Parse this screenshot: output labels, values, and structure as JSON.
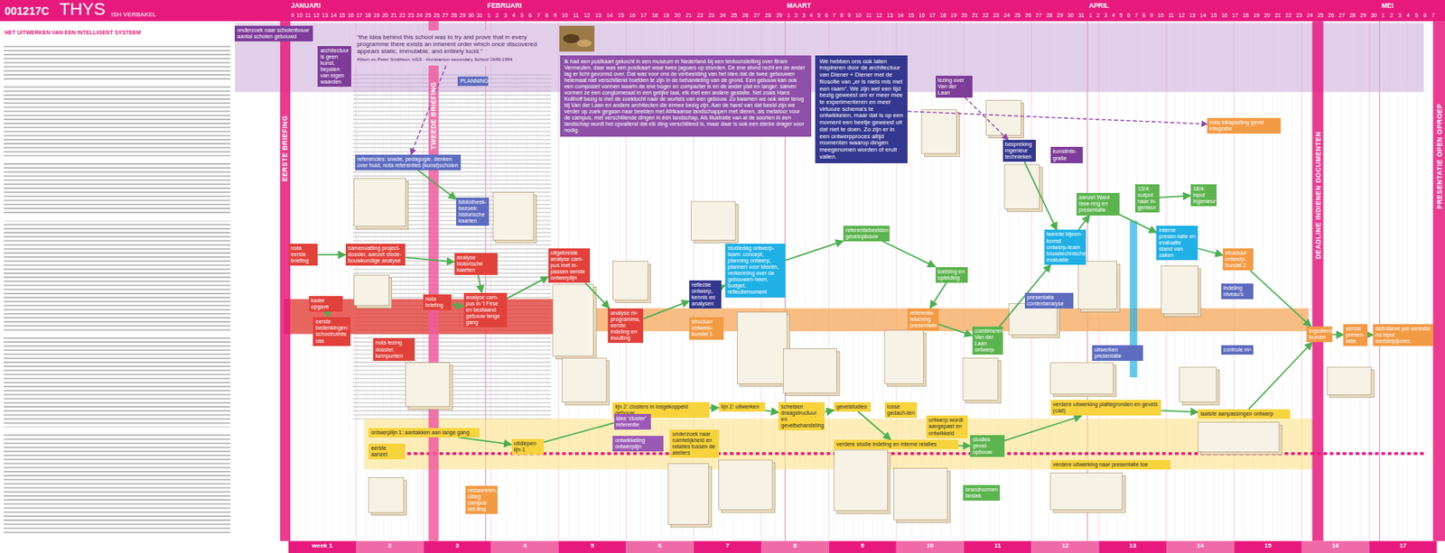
{
  "diagram": {
    "title": "THYS",
    "nodes": [
      {
        "text": [
          "onderzoek naar scholenbouw aantal scholen gebouwd"
        ]
      },
      {
        "text": [
          "architectuur is geen kunst, bepalen van eigen waarden"
        ]
      },
      {
        "text": [
          "“the idea behind this school was to try and prove that in every programme there exists an inherent order which once discovered appears static, immutable, and entirely lucid.”",
          "Alison en Peter Smithson, HSS - Hunstanton secondary School 1949-1954"
        ]
      },
      {
        "text": [
          "PLANNING"
        ]
      },
      {
        "text": [
          "Ik had een postkaart gekocht in een museum in Nederland bij een tentoonstelling over Bram Vermeulen. daar was een postkaart waar twee jaguars op stonden. De ene stond recht en de ander lag er licht gevormd over. Dat was voor ons de verbeelding van het idee dat de twee gebouwen helemaal niet verschillend hoefden te zijn in de behandeling van de grond. Een gebouw kan ook een composiet vormen waarin de ene hoger en compacter is en de ander plat en langer: samen vormen ze een conglomeraat in een gelijke taal, elk met een andere gestalte. Net zoals Hans Kollhoff bezig is met de zoektocht naar de wortels van een gebouw. Zo kwamen we ook weer terug bij Van der Laan en andere architecten die ermee bezig zijn. Aan de hand van dat beeld zijn we verder op zoek gegaan naar beelden met Afrikaanse landschappen met dieren, als metafoor voor de campus, met verschillende dingen in één landschap. Als illustratie van al de soorten in een landschap wordt het opvallend dat elk ding verschillend is, maar daar is ook een sterke drager voor nodig."
        ]
      },
      {
        "text": [
          "We hebben ons ook laten inspireren door de architectuur van Diener + Diener met de filosofie van „er is niets mis met een raam“. We zijn wel een tijd bezig geweest om er meer mee te experimenteren en meer virtuoze schema's te ontwikkelen, maar dat is op een moment een beetje geweest uit dat niet te doen. Zo zijn er in een ontwerpproces altijd momenten waarop dingen meegenomen worden of eruit vallen."
        ]
      },
      {
        "text": [
          "lezing over Van der Laan"
        ]
      },
      {
        "text": [
          "referencies: snede, pedagogie, denken over huid, nota referenties (kunst)scholen"
        ]
      },
      {
        "text": [
          "bibliotheek-bezoek: historische kaarten"
        ]
      },
      {
        "text": [
          "bespreking ingenieur technieken"
        ]
      },
      {
        "text": [
          "kunstinte-gratie"
        ]
      },
      {
        "text": [
          "nota inkapseling gevel integratie"
        ]
      },
      {
        "text": [
          "13/4: output naar in-genieur"
        ]
      },
      {
        "text": [
          "18/4: input ingenieur"
        ]
      },
      {
        "text": [
          "aanzet Ward fase-ring en presentatie"
        ]
      },
      {
        "text": [
          "referentiebeelden gevelopbouw"
        ]
      },
      {
        "text": [
          "tweede bijeen-komst ontwerp-team bouwtechnische evaluatie"
        ]
      },
      {
        "text": [
          "interne presen-tatie en evaluatie stand van zaken"
        ]
      },
      {
        "text": [
          "nota eerste briefing"
        ]
      },
      {
        "text": [
          "samenvatting project-dossier, aanzet stede-bouwkundige analyse"
        ]
      },
      {
        "text": [
          "analyse historische kaarten"
        ]
      },
      {
        "text": [
          "uitgebreide analyse cam-pus met in-passen eerste ontwerplijn"
        ]
      },
      {
        "text": [
          "studiedag ontwerp-team: concept, planning ontwerp, plannen voor ideeën, verkenning over de gebouwen heen, budget, reflectiemoment"
        ]
      },
      {
        "text": [
          "structuur ontwerp-bundel 2"
        ]
      },
      {
        "text": [
          "toetsing en opleiding"
        ]
      },
      {
        "text": [
          "reflectie ontwerp, kennis en analysen"
        ]
      },
      {
        "text": [
          "presentatie contextanalyse"
        ]
      },
      {
        "text": [
          "indeling niveau's"
        ]
      },
      {
        "text": [
          "kader opgave"
        ]
      },
      {
        "text": [
          "nota briefing"
        ]
      },
      {
        "text": [
          "analyse cam-pus in 't Firse en bestaand gebouw lange gang"
        ]
      },
      {
        "text": [
          "analyse m² programma, eerste indeling en invulling"
        ]
      },
      {
        "text": [
          "structuur ontwerp-bundel 1"
        ]
      },
      {
        "text": [
          "referentie-tekening presentatie"
        ]
      },
      {
        "text": [
          "combineren Van der Laan ontwerp"
        ]
      },
      {
        "text": [
          "eerste bedenkingen: schoolruimte site"
        ]
      },
      {
        "text": [
          "nota lezing dossier, kernpunten"
        ]
      },
      {
        "text": [
          "ingediend bundel"
        ]
      },
      {
        "text": [
          "eerste presen-tatie"
        ]
      },
      {
        "text": [
          "definitieve pre-sentatie na input wedstrijdjuries"
        ]
      },
      {
        "text": [
          "uitwerken presentatie"
        ]
      },
      {
        "text": [
          "controle m²"
        ]
      },
      {
        "text": [
          "lijn 2: clusters in losgekoppeld gebouw"
        ]
      },
      {
        "text": [
          "lijn 2: uitwerken"
        ]
      },
      {
        "text": [
          "schetsen draagstructuur en gevelbehandeling"
        ]
      },
      {
        "text": [
          "gevelstudies"
        ]
      },
      {
        "text": [
          "losse gedach-ten"
        ]
      },
      {
        "text": [
          "verdere uitwerking plattegronden en gevels (cad)"
        ]
      },
      {
        "text": [
          "laatste aanpassingen ontwerp"
        ]
      },
      {
        "text": [
          "idee 'cluster' referentie"
        ]
      },
      {
        "text": [
          "ontwerplijn 1: aantakken aan lange gang"
        ]
      },
      {
        "text": [
          "ontwikkeling ontwerplijn"
        ]
      },
      {
        "text": [
          "onderzoek naar ruimtelijkheid en relaties tussen de ateliers"
        ]
      },
      {
        "text": [
          "ontwerp wordt aangepast en ontwikkeld"
        ]
      },
      {
        "text": [
          "studies gevel-opbouw"
        ]
      },
      {
        "text": [
          "eerste aanzet"
        ]
      },
      {
        "text": [
          "uitdiepen lijn 1"
        ]
      },
      {
        "text": [
          "verdere studie indeling en interne relaties"
        ]
      },
      {
        "text": [
          "verdere uitwerking naar presentatie toe"
        ]
      },
      {
        "text": [
          "restaureren, uitleg campus set-ting"
        ]
      },
      {
        "text": [
          "brandnormen bestek"
        ]
      }
    ],
    "edges": [
      {
        "from": 18,
        "to": 19,
        "arrow": "to"
      },
      {
        "from": 28,
        "to": 35,
        "arrow": "to"
      },
      {
        "from": 19,
        "to": 20,
        "arrow": "to"
      },
      {
        "from": 20,
        "to": 30,
        "arrow": "to"
      },
      {
        "from": 30,
        "to": 21,
        "arrow": "to"
      },
      {
        "from": 21,
        "to": 31,
        "arrow": "to"
      },
      {
        "from": 31,
        "to": 25,
        "arrow": "to"
      },
      {
        "from": 25,
        "to": 22,
        "arrow": "to"
      },
      {
        "from": 22,
        "to": 15,
        "arrow": "to"
      },
      {
        "from": 15,
        "to": 24,
        "arrow": "to"
      },
      {
        "from": 24,
        "to": 33,
        "arrow": "to"
      },
      {
        "from": 33,
        "to": 34,
        "arrow": "to"
      },
      {
        "from": 34,
        "to": 16,
        "arrow": "to"
      },
      {
        "from": 16,
        "to": 14,
        "arrow": "to"
      },
      {
        "from": 14,
        "to": 17,
        "arrow": "to"
      },
      {
        "from": 17,
        "to": 23,
        "arrow": "to"
      },
      {
        "from": 23,
        "to": 37,
        "arrow": "to"
      },
      {
        "from": 37,
        "to": 38,
        "arrow": "to"
      },
      {
        "from": 38,
        "to": 39,
        "arrow": "to"
      },
      {
        "from": 50,
        "to": 56,
        "arrow": "to"
      },
      {
        "from": 56,
        "to": 42,
        "arrow": "to"
      },
      {
        "from": 42,
        "to": 43,
        "arrow": "to"
      },
      {
        "from": 43,
        "to": 44,
        "arrow": "to"
      },
      {
        "from": 44,
        "to": 45,
        "arrow": "to"
      },
      {
        "from": 45,
        "to": 57,
        "arrow": "to"
      },
      {
        "from": 57,
        "to": 54,
        "arrow": "to"
      },
      {
        "from": 54,
        "to": 47,
        "arrow": "to"
      },
      {
        "from": 47,
        "to": 48,
        "arrow": "to"
      },
      {
        "from": 48,
        "to": 37,
        "arrow": "to"
      },
      {
        "from": 9,
        "to": 16,
        "arrow": "to"
      },
      {
        "from": 12,
        "to": 13,
        "arrow": "to"
      },
      {
        "from": 6,
        "to": 9,
        "arrow": "to"
      },
      {
        "from": 5,
        "to": 11,
        "arrow": "to"
      },
      {
        "from": 2,
        "to": 7,
        "arrow": "to"
      },
      {
        "from": 29,
        "to": 30,
        "arrow": "to"
      },
      {
        "from": 7,
        "to": 8,
        "arrow": "to"
      }
    ],
    "labels": [
      "001217C",
      "ISH VERBAKEL",
      "HET UITWERKEN VAN EEN INTELLIGENT SYSTEEM",
      "JANUARI",
      "FEBRUARI",
      "MAART",
      "APRIL",
      "MEI",
      "9 10 11 12 13 14 15 16 17 18 19 20 21 22 23 24 25 26 27 28 29 30 31",
      "1 2 3 4 5 6 7 8 9 10 11 12 13 14 15 16 17 18 19 20 21 22 23 24 25 26 27 28 29",
      "1 2 3 4 5 6 7 8 9 10 11 12 13 14 15 16 17 18 19 20 21 22 23 24 25 26 27 28 29 30 31",
      "1 2 3 4 5 6 7 8 9 10 11 12 13 14 15 16 17 18 19 20 21 22 23 24 25 26 27 28 29 30",
      "1 2 3 4 5 6 7",
      "EERSTE BRIEFING",
      "TWEEDE BRIEFING",
      "DEADLINE INDIENEN DOCUMENTEN",
      "PRESENTATIE OPEN OPROEP",
      "week 1",
      "2",
      "3",
      "4",
      "5",
      "6",
      "7",
      "8",
      "9",
      "10",
      "11",
      "12",
      "13",
      "14",
      "15",
      "16",
      "17"
    ]
  }
}
